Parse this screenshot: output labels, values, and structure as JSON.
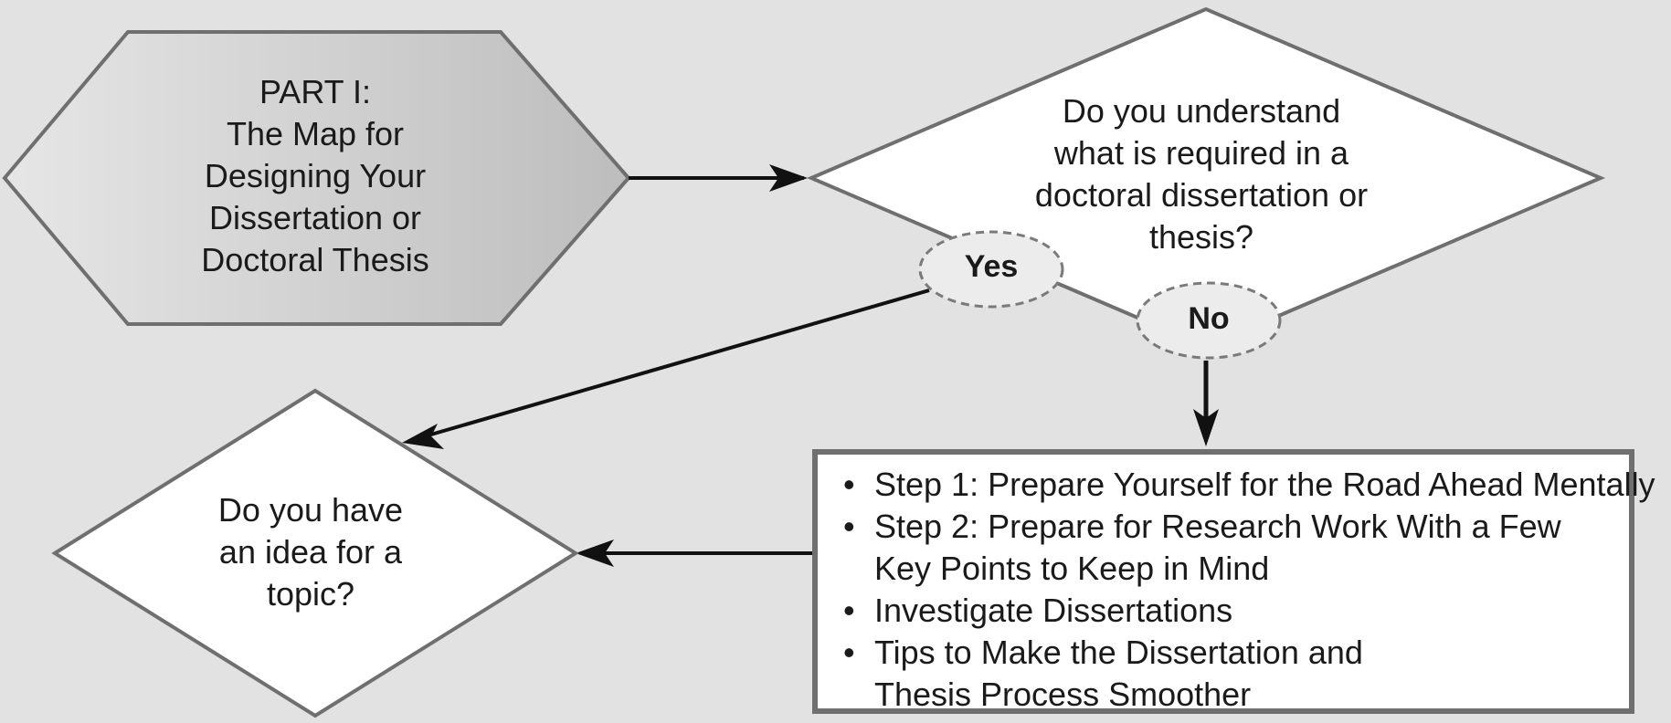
{
  "start_node": {
    "lines": [
      "PART I:",
      "The Map for",
      "Designing Your",
      "Dissertation or",
      "Doctoral Thesis"
    ]
  },
  "decision_1": {
    "lines": [
      "Do you understand",
      "what is required in a",
      "doctoral dissertation or",
      "thesis?"
    ]
  },
  "decision_2": {
    "lines": [
      "Do you have",
      "an idea for a",
      "topic?"
    ]
  },
  "yes_label": "Yes",
  "no_label": "No",
  "steps": {
    "items": [
      {
        "lines": [
          "Step 1: Prepare Yourself for the Road Ahead Mentally"
        ]
      },
      {
        "lines": [
          "Step 2: Prepare for Research Work With a Few",
          "Key Points to Keep in Mind"
        ]
      },
      {
        "lines": [
          "Investigate Dissertations"
        ]
      },
      {
        "lines": [
          "Tips to Make the Dissertation and",
          "Thesis Process Smoother"
        ]
      }
    ]
  },
  "colors": {
    "background": "#e2e2e2",
    "outline": "#6f6f6f",
    "arrow": "#111111",
    "hexagon_fill_light": "#e6e6e6",
    "hexagon_fill_dark": "#bdbdbd"
  }
}
